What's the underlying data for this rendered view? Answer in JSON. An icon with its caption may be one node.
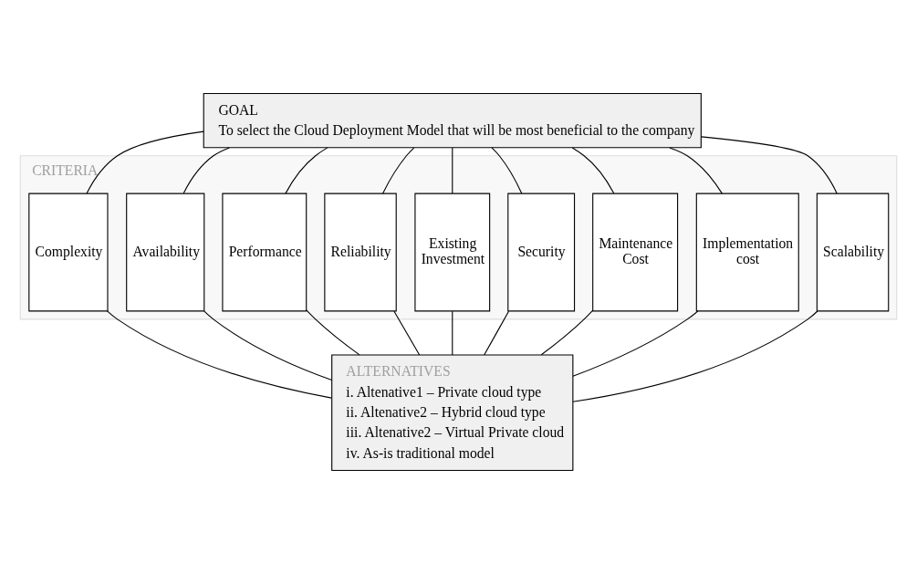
{
  "diagram": {
    "nodes": [
      {
        "text": [
          "GOAL",
          "To select the Cloud Deployment Model that will be most beneficial to the company"
        ]
      },
      {
        "text": [
          "CRITERIA"
        ]
      },
      {
        "text": [
          "Scalability"
        ],
        "in": 1
      },
      {
        "text": [
          "Implementation cost"
        ],
        "in": 1
      },
      {
        "text": [
          "Maintenance Cost"
        ],
        "in": 1
      },
      {
        "text": [
          "Security"
        ],
        "in": 1
      },
      {
        "text": [
          "Existing Investment"
        ],
        "in": 1
      },
      {
        "text": [
          "Reliability"
        ],
        "in": 1
      },
      {
        "text": [
          "Performance"
        ],
        "in": 1
      },
      {
        "text": [
          "Availability"
        ],
        "in": 1
      },
      {
        "text": [
          "Complexity"
        ],
        "in": 1
      },
      {
        "text": [
          "ALTERNATIVES",
          "i. Altenative1 – Private cloud type",
          "ii. Altenative2 – Hybrid cloud type",
          "iii. Altenative2 – Virtual Private cloud",
          "iv. As-is traditional model"
        ]
      }
    ],
    "edges": [
      {
        "from": 0,
        "to": 2,
        "arrow": "none"
      },
      {
        "from": 0,
        "to": 3,
        "arrow": "none"
      },
      {
        "from": 0,
        "to": 4,
        "arrow": "none"
      },
      {
        "from": 0,
        "to": 5,
        "arrow": "none"
      },
      {
        "from": 0,
        "to": 6,
        "arrow": "none"
      },
      {
        "from": 0,
        "to": 7,
        "arrow": "none"
      },
      {
        "from": 0,
        "to": 8,
        "arrow": "none"
      },
      {
        "from": 0,
        "to": 9,
        "arrow": "none"
      },
      {
        "from": 0,
        "to": 10,
        "arrow": "none"
      },
      {
        "from": 2,
        "to": 11,
        "arrow": "none"
      },
      {
        "from": 3,
        "to": 11,
        "arrow": "none"
      },
      {
        "from": 4,
        "to": 11,
        "arrow": "none"
      },
      {
        "from": 5,
        "to": 11,
        "arrow": "none"
      },
      {
        "from": 6,
        "to": 11,
        "arrow": "none"
      },
      {
        "from": 7,
        "to": 11,
        "arrow": "none"
      },
      {
        "from": 8,
        "to": 11,
        "arrow": "none"
      },
      {
        "from": 9,
        "to": 11,
        "arrow": "none"
      },
      {
        "from": 10,
        "to": 11,
        "arrow": "none"
      }
    ]
  }
}
